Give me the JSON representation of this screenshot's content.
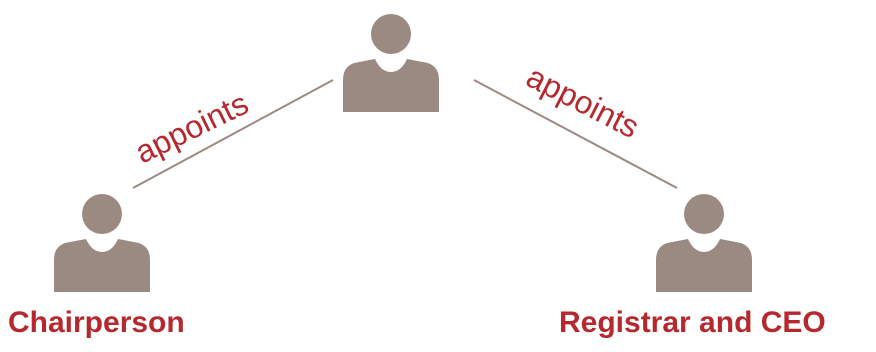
{
  "colors": {
    "person": "#9b8a82",
    "line": "#9b8a82",
    "label": "#b5282e",
    "background": "#ffffff"
  },
  "nodes": {
    "top": {
      "label": "",
      "icon": "person-icon"
    },
    "left": {
      "label": "Chairperson",
      "icon": "person-icon"
    },
    "right": {
      "label": "Registrar and CEO",
      "icon": "person-icon"
    }
  },
  "edges": {
    "left": {
      "label": "appoints",
      "from": "top",
      "to": "left"
    },
    "right": {
      "label": "appoints",
      "from": "top",
      "to": "right"
    }
  }
}
